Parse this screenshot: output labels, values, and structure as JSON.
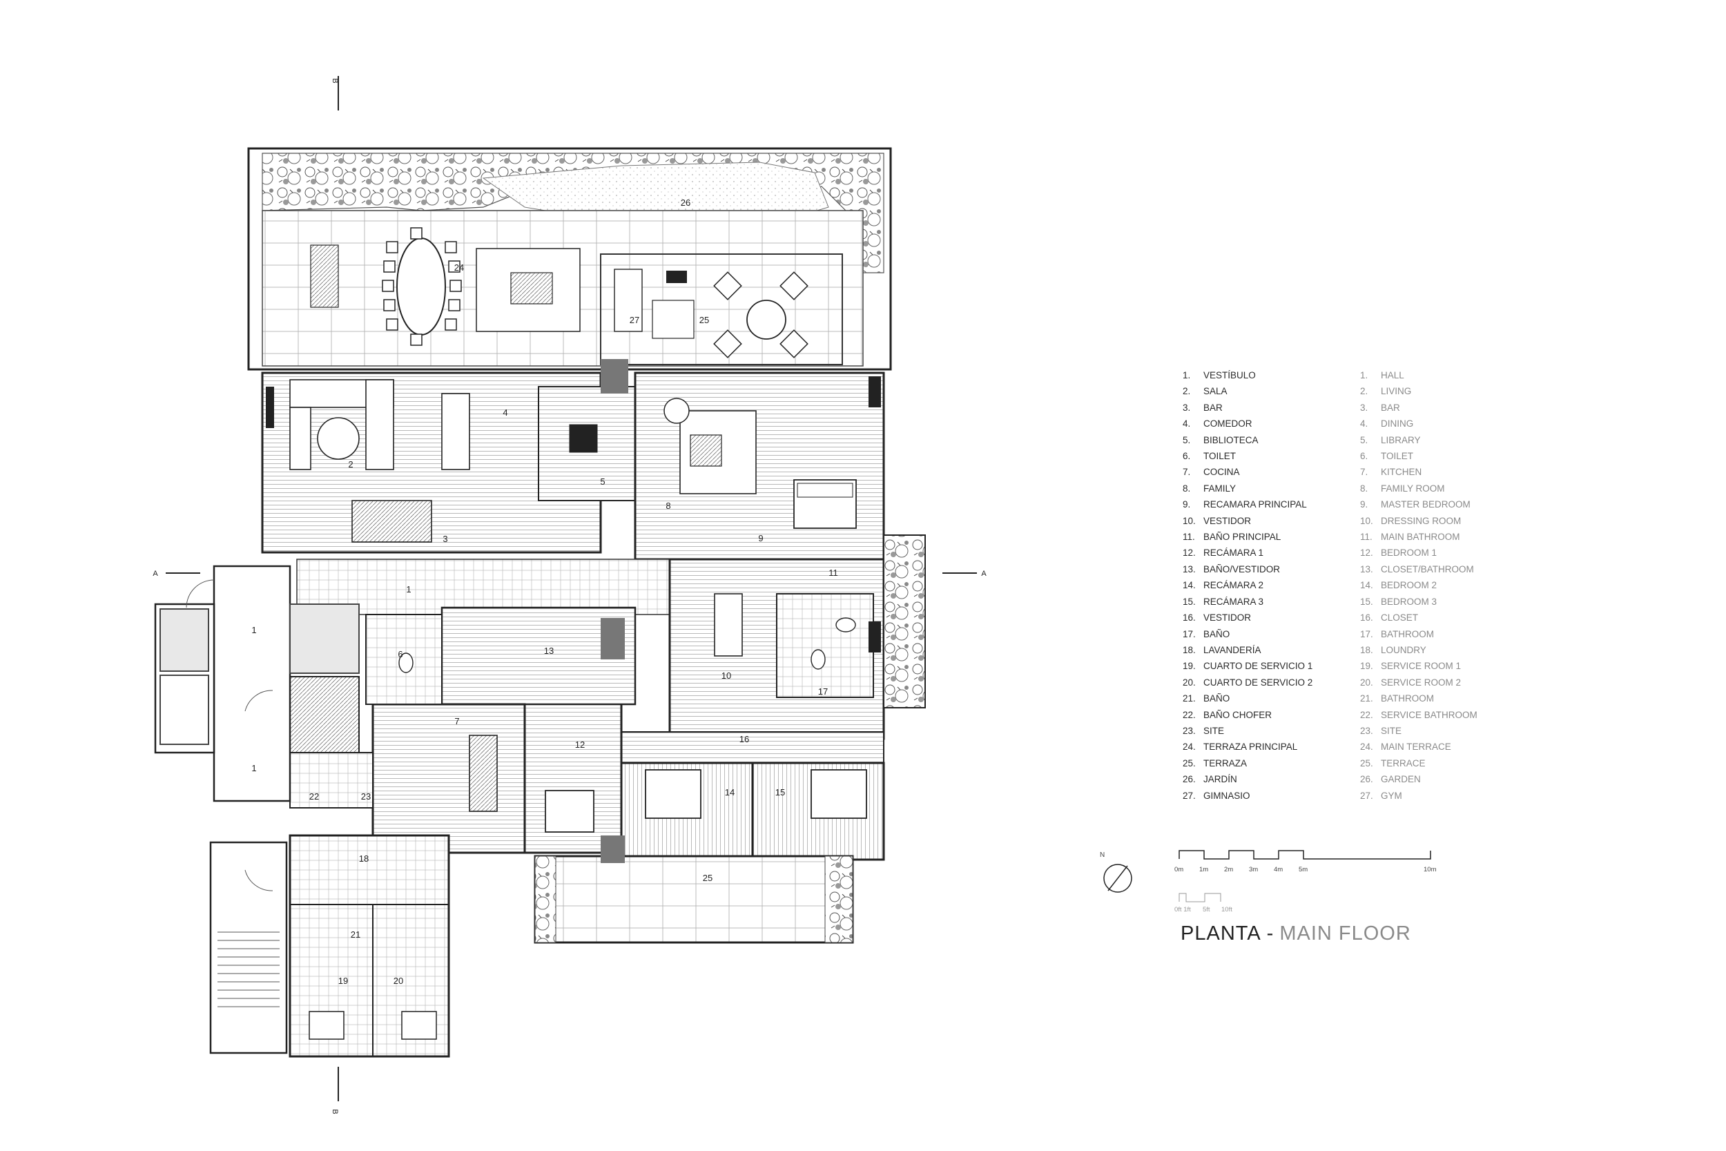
{
  "room_numbers": [
    "1",
    "2",
    "3",
    "4",
    "5",
    "6",
    "7",
    "8",
    "9",
    "10",
    "11",
    "12",
    "13",
    "14",
    "15",
    "16",
    "17",
    "18",
    "19",
    "20",
    "21",
    "22",
    "23",
    "24",
    "25",
    "26",
    "27"
  ],
  "section_markers": {
    "a": "A",
    "b": "B"
  },
  "legend_es": [
    {
      "num": "1.",
      "name": "VESTÍBULO"
    },
    {
      "num": "2.",
      "name": "SALA"
    },
    {
      "num": "3.",
      "name": "BAR"
    },
    {
      "num": "4.",
      "name": "COMEDOR"
    },
    {
      "num": "5.",
      "name": "BIBLIOTECA"
    },
    {
      "num": "6.",
      "name": "TOILET"
    },
    {
      "num": "7.",
      "name": "COCINA"
    },
    {
      "num": "8.",
      "name": "FAMILY"
    },
    {
      "num": "9.",
      "name": "RECAMARA PRINCIPAL"
    },
    {
      "num": "10.",
      "name": "VESTIDOR"
    },
    {
      "num": "11.",
      "name": "BAÑO PRINCIPAL"
    },
    {
      "num": "12.",
      "name": "RECÁMARA 1"
    },
    {
      "num": "13.",
      "name": "BAÑO/VESTIDOR"
    },
    {
      "num": "14.",
      "name": "RECÁMARA 2"
    },
    {
      "num": "15.",
      "name": "RECÁMARA 3"
    },
    {
      "num": "16.",
      "name": "VESTIDOR"
    },
    {
      "num": "17.",
      "name": "BAÑO"
    },
    {
      "num": "18.",
      "name": "LAVANDERÍA"
    },
    {
      "num": "19.",
      "name": "CUARTO DE SERVICIO 1"
    },
    {
      "num": "20.",
      "name": "CUARTO DE SERVICIO 2"
    },
    {
      "num": "21.",
      "name": "BAÑO"
    },
    {
      "num": "22.",
      "name": "BAÑO CHOFER"
    },
    {
      "num": "23.",
      "name": "SITE"
    },
    {
      "num": "24.",
      "name": "TERRAZA PRINCIPAL"
    },
    {
      "num": "25.",
      "name": "TERRAZA"
    },
    {
      "num": "26.",
      "name": "JARDÍN"
    },
    {
      "num": "27.",
      "name": "GIMNASIO"
    }
  ],
  "legend_en": [
    {
      "num": "1.",
      "name": "HALL"
    },
    {
      "num": "2.",
      "name": "LIVING"
    },
    {
      "num": "3.",
      "name": "BAR"
    },
    {
      "num": "4.",
      "name": "DINING"
    },
    {
      "num": "5.",
      "name": "LIBRARY"
    },
    {
      "num": "6.",
      "name": "TOILET"
    },
    {
      "num": "7.",
      "name": "KITCHEN"
    },
    {
      "num": "8.",
      "name": "FAMILY ROOM"
    },
    {
      "num": "9.",
      "name": "MASTER BEDROOM"
    },
    {
      "num": "10.",
      "name": "DRESSING ROOM"
    },
    {
      "num": "11.",
      "name": "MAIN BATHROOM"
    },
    {
      "num": "12.",
      "name": "BEDROOM 1"
    },
    {
      "num": "13.",
      "name": "CLOSET/BATHROOM"
    },
    {
      "num": "14.",
      "name": "BEDROOM 2"
    },
    {
      "num": "15.",
      "name": "BEDROOM 3"
    },
    {
      "num": "16.",
      "name": "CLOSET"
    },
    {
      "num": "17.",
      "name": "BATHROOM"
    },
    {
      "num": "18.",
      "name": "LOUNDRY"
    },
    {
      "num": "19.",
      "name": "SERVICE ROOM 1"
    },
    {
      "num": "20.",
      "name": "SERVICE ROOM 2"
    },
    {
      "num": "21.",
      "name": "BATHROOM"
    },
    {
      "num": "22.",
      "name": "SERVICE BATHROOM"
    },
    {
      "num": "23.",
      "name": "SITE"
    },
    {
      "num": "24.",
      "name": "MAIN TERRACE"
    },
    {
      "num": "25.",
      "name": "TERRACE"
    },
    {
      "num": "26.",
      "name": "GARDEN"
    },
    {
      "num": "27.",
      "name": "GYM"
    }
  ],
  "north_label": "N",
  "scale_m": [
    "0m",
    "1m",
    "2m",
    "3m",
    "4m",
    "5m",
    "10m"
  ],
  "scale_ft": [
    "0ft 1ft",
    "5ft",
    "10ft"
  ],
  "title": {
    "es": "PLANTA",
    "separator": "-",
    "en": "MAIN FLOOR"
  }
}
